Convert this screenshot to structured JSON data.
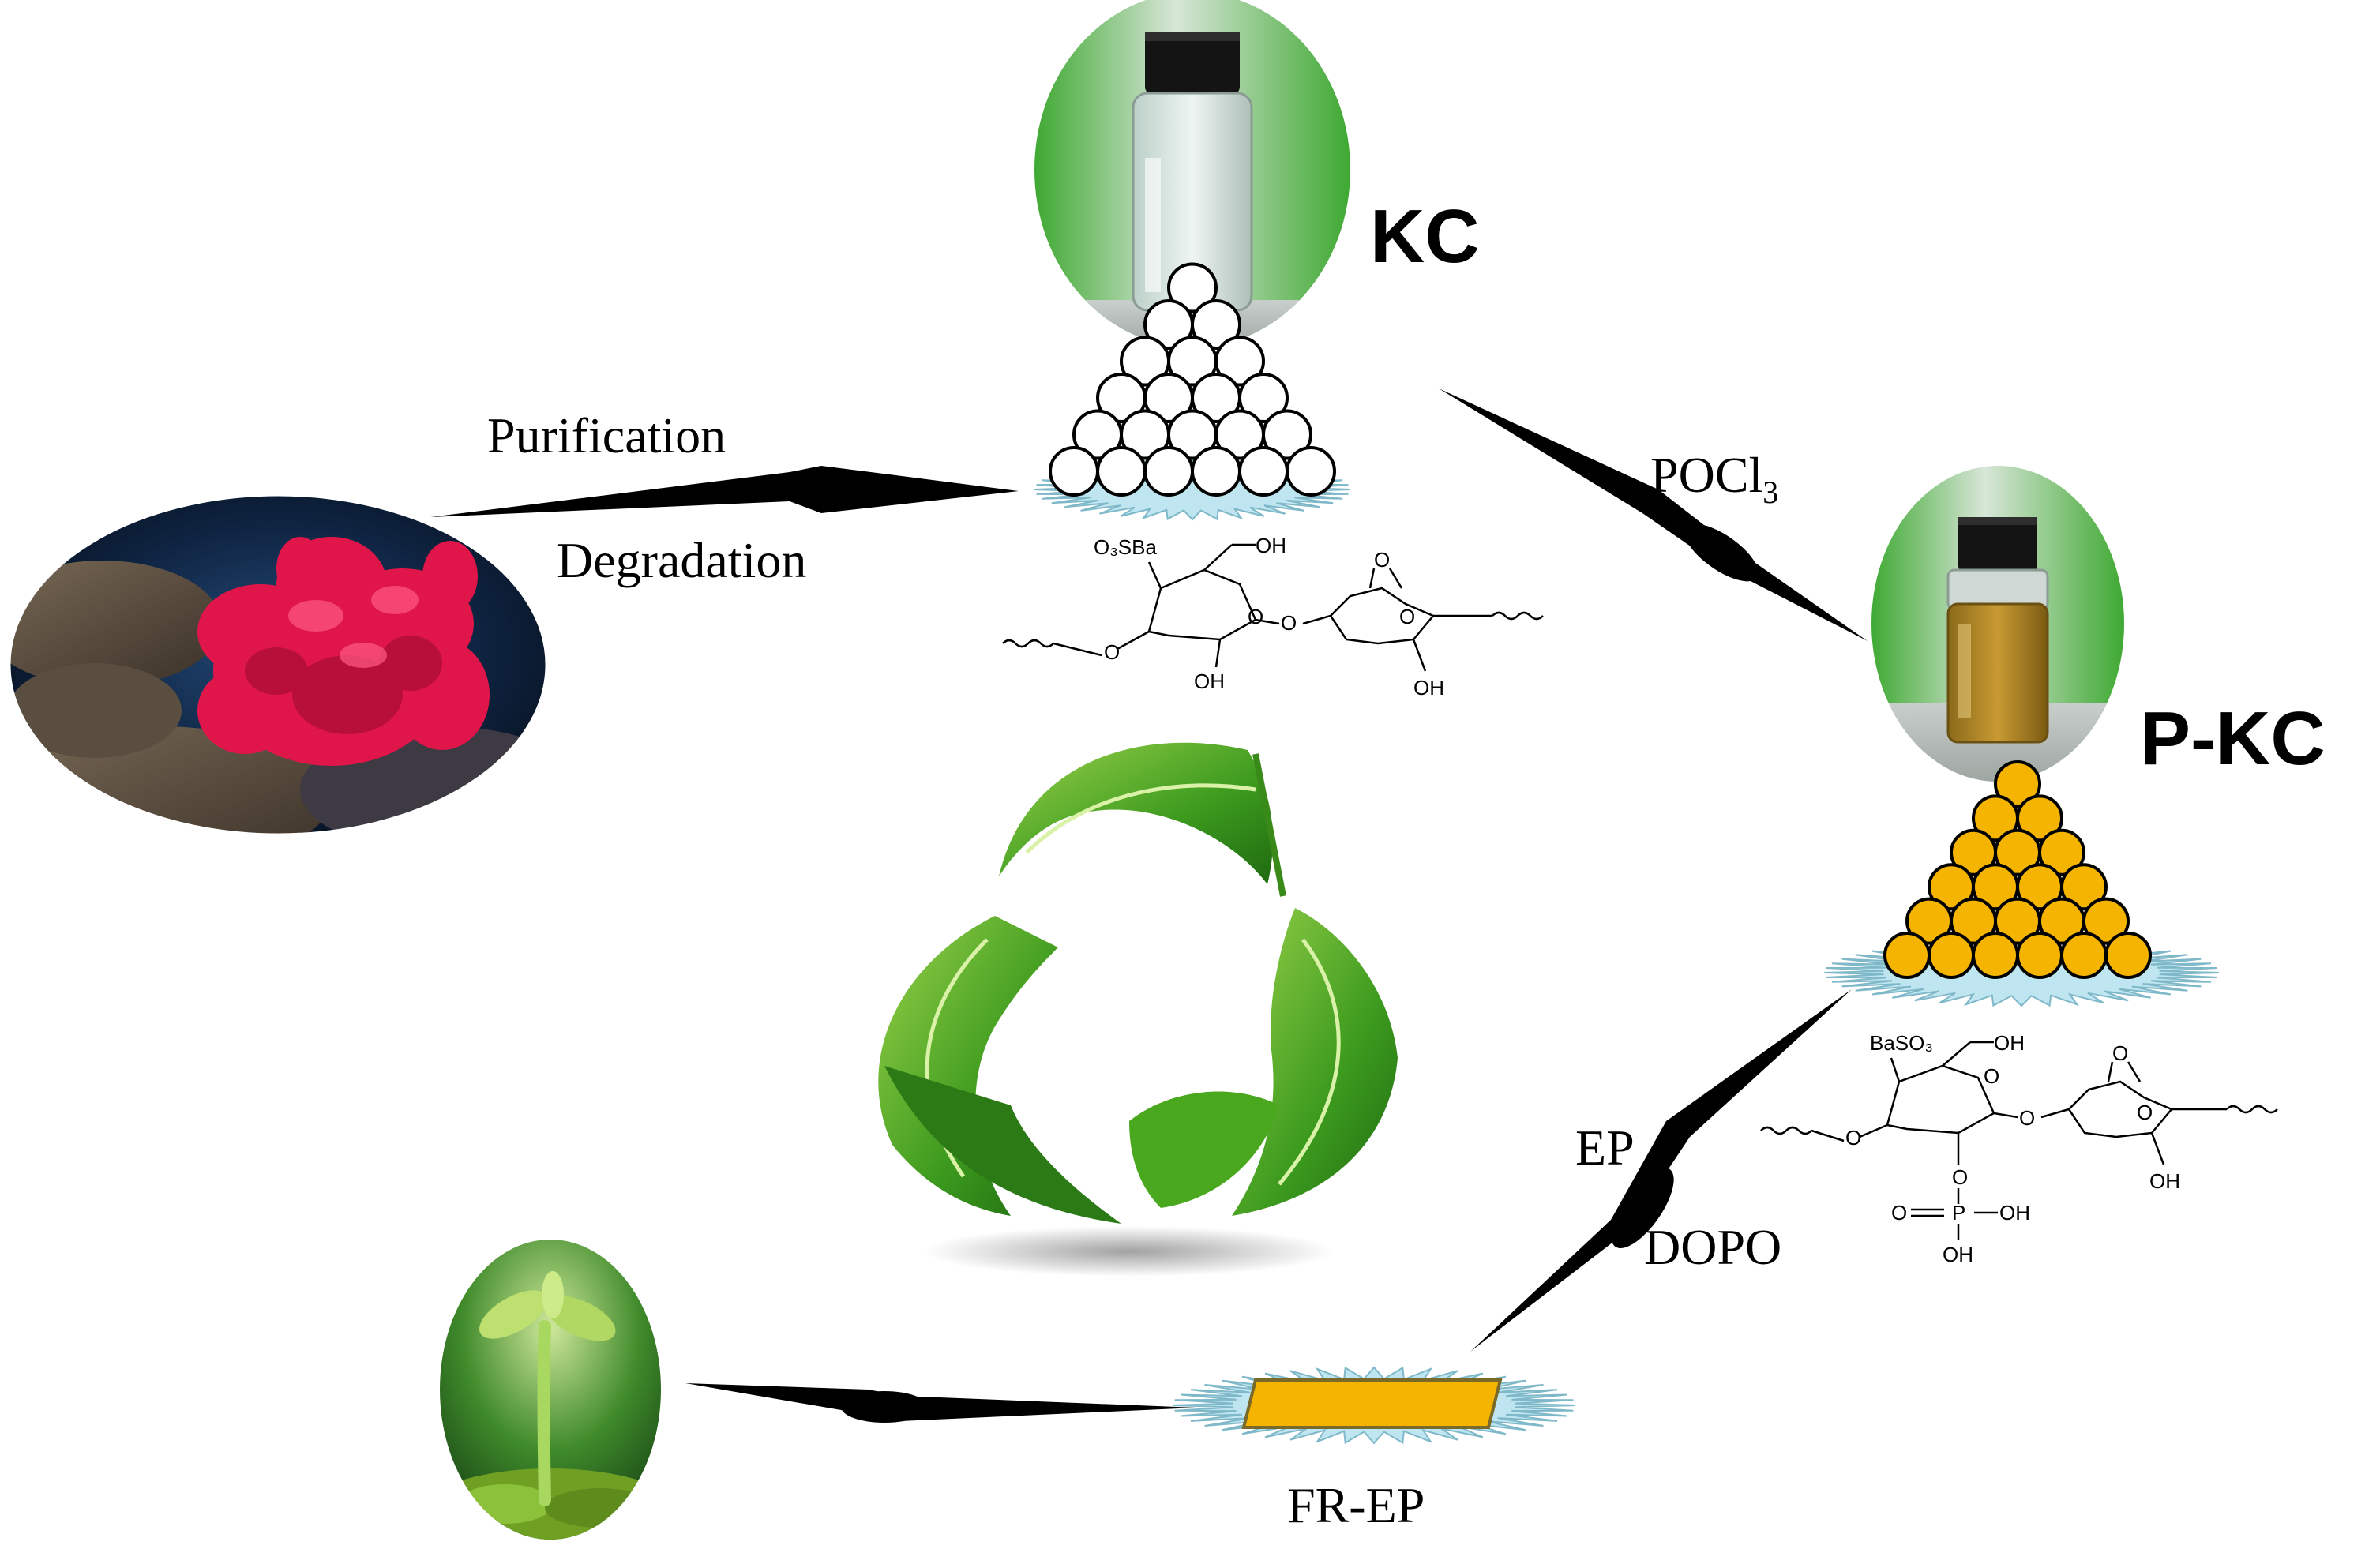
{
  "labels": {
    "kc": "KC",
    "pkc": "P-KC",
    "purification": "Purification",
    "degradation": "Degradation",
    "reagent_main": "POCl",
    "reagent_sub": "3",
    "ep": "EP",
    "dopo": "DOPO",
    "fr_ep": "FR-EP"
  },
  "structures": {
    "kc": {
      "sulfate": "O₃SBa",
      "oh_top": "OH",
      "oh_bottom_left": "OH",
      "oh_bottom_right": "OH"
    },
    "pkc": {
      "sulfate": "BaSO₃",
      "oh_top": "OH",
      "oh_right": "OH",
      "oh_phos_right": "OH",
      "oh_phos_bottom": "OH",
      "p": "P",
      "o_double": "O"
    }
  },
  "colors": {
    "kc_spheres": "#ffffff",
    "pkc_spheres": "#f5b400",
    "splash": "#bfe6f0",
    "composite": "#f5b400",
    "arrow": "#000000",
    "leaf": "#4aa81f",
    "seaweed": "#e0164a"
  },
  "icons": [
    "seaweed-photo",
    "kc-vial-photo",
    "pkc-vial-photo",
    "seedling-photo",
    "recycle-leaves-icon"
  ]
}
